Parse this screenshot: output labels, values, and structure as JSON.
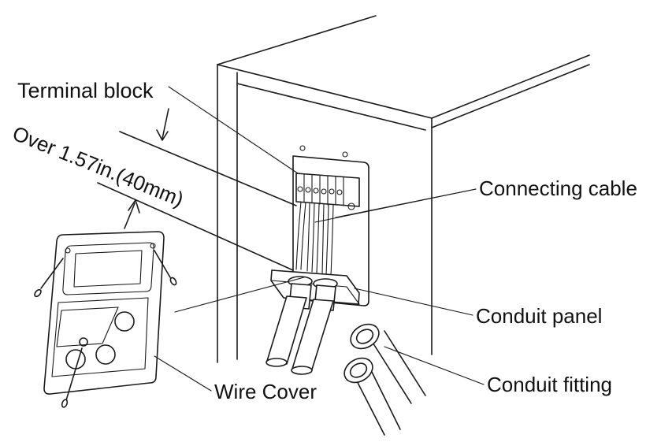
{
  "labels": {
    "terminal_block": "Terminal block",
    "clearance": "Over 1.57in.(40mm)",
    "connecting_cable": "Connecting cable",
    "conduit_panel": "Conduit panel",
    "conduit_fitting": "Conduit fitting",
    "wire_cover": "Wire Cover"
  }
}
